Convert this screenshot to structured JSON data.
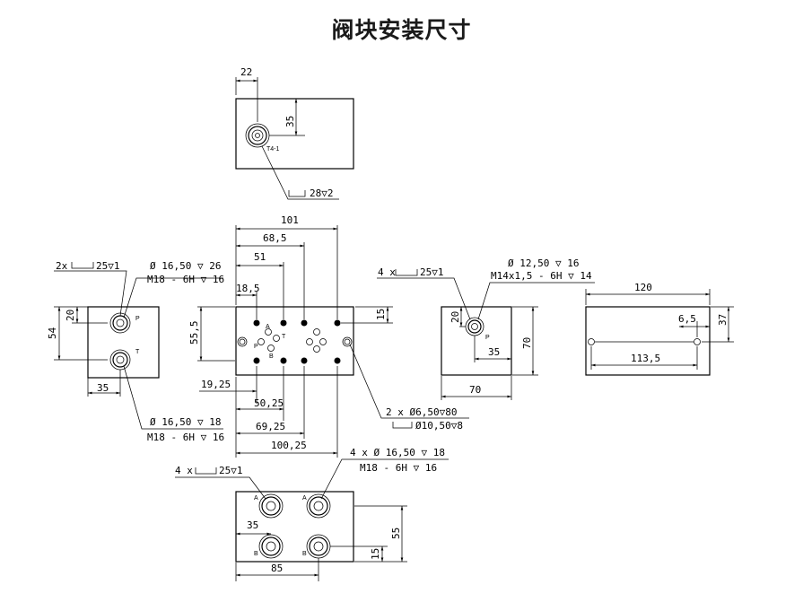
{
  "title": "阀块安装尺寸",
  "views": {
    "top": {
      "dim_width": "22",
      "dim_height": "35",
      "port_label": "T4-1",
      "callout": "28▽2"
    },
    "left": {
      "dim_54": "54",
      "dim_20": "20",
      "dim_35": "35",
      "callout_top_a": "2x",
      "callout_top_b": "25▽1",
      "callout_p_1": "Ø 16,50 ▽ 26",
      "callout_p_2": "M18 - 6H ▽ 16",
      "callout_t_1": "Ø 16,50 ▽ 18",
      "callout_t_2": "M18 - 6H ▽ 16",
      "label_p": "P",
      "label_t": "T"
    },
    "center": {
      "dim_101": "101",
      "dim_68_5": "68,5",
      "dim_51": "51",
      "dim_18_5": "18,5",
      "dim_55_5": "55,5",
      "dim_15": "15",
      "dim_19_25": "19,25",
      "dim_50_25": "50,25",
      "dim_69_25": "69,25",
      "dim_100_25": "100,25",
      "callout_1": "2 x Ø6,50▽80",
      "callout_2": "Ø10,50▽8",
      "label_a": "A",
      "label_b": "B",
      "label_p": "P",
      "label_t": "T"
    },
    "right": {
      "callout_a": "4 x",
      "callout_b": "25▽1",
      "callout_c": "Ø 12,50 ▽ 16",
      "callout_d": "M14x1,5 - 6H ▽ 14",
      "dim_20": "20",
      "dim_35": "35",
      "dim_70v": "70",
      "dim_70h": "70",
      "label_p": "P"
    },
    "side": {
      "dim_120": "120",
      "dim_6_5": "6,5",
      "dim_37": "37",
      "dim_113_5": "113,5"
    },
    "bottom": {
      "callout_left_a": "4 x",
      "callout_left_b": "25▽1",
      "callout_right_1": "4 x Ø 16,50 ▽ 18",
      "callout_right_2": "M18 - 6H ▽ 16",
      "dim_35": "35",
      "dim_85": "85",
      "dim_55": "55",
      "dim_15": "15",
      "label_a": "A",
      "label_b": "B"
    }
  }
}
